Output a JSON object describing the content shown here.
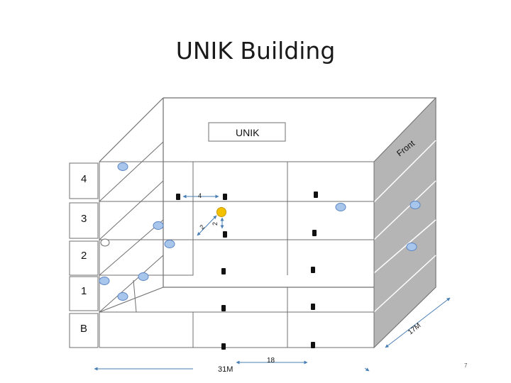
{
  "slide": {
    "title": "UNIK Building",
    "page_number": "7"
  },
  "building": {
    "sign": "UNIK",
    "front_label": "Front",
    "floors": [
      "4",
      "3",
      "2",
      "1",
      "B"
    ],
    "measurements": {
      "width": "31M",
      "depth": "17M",
      "segment": "18",
      "distance_a": "4",
      "distance_b": "2",
      "distance_c": "2"
    }
  },
  "colors": {
    "line": "#6f6f6f",
    "side_wall": "#b5b5b5",
    "access_point": "#a8c6ec",
    "access_point_stroke": "#5c85c4",
    "sensor": "#111111",
    "target": "#f2c200",
    "arrow": "#4a7fb5"
  }
}
